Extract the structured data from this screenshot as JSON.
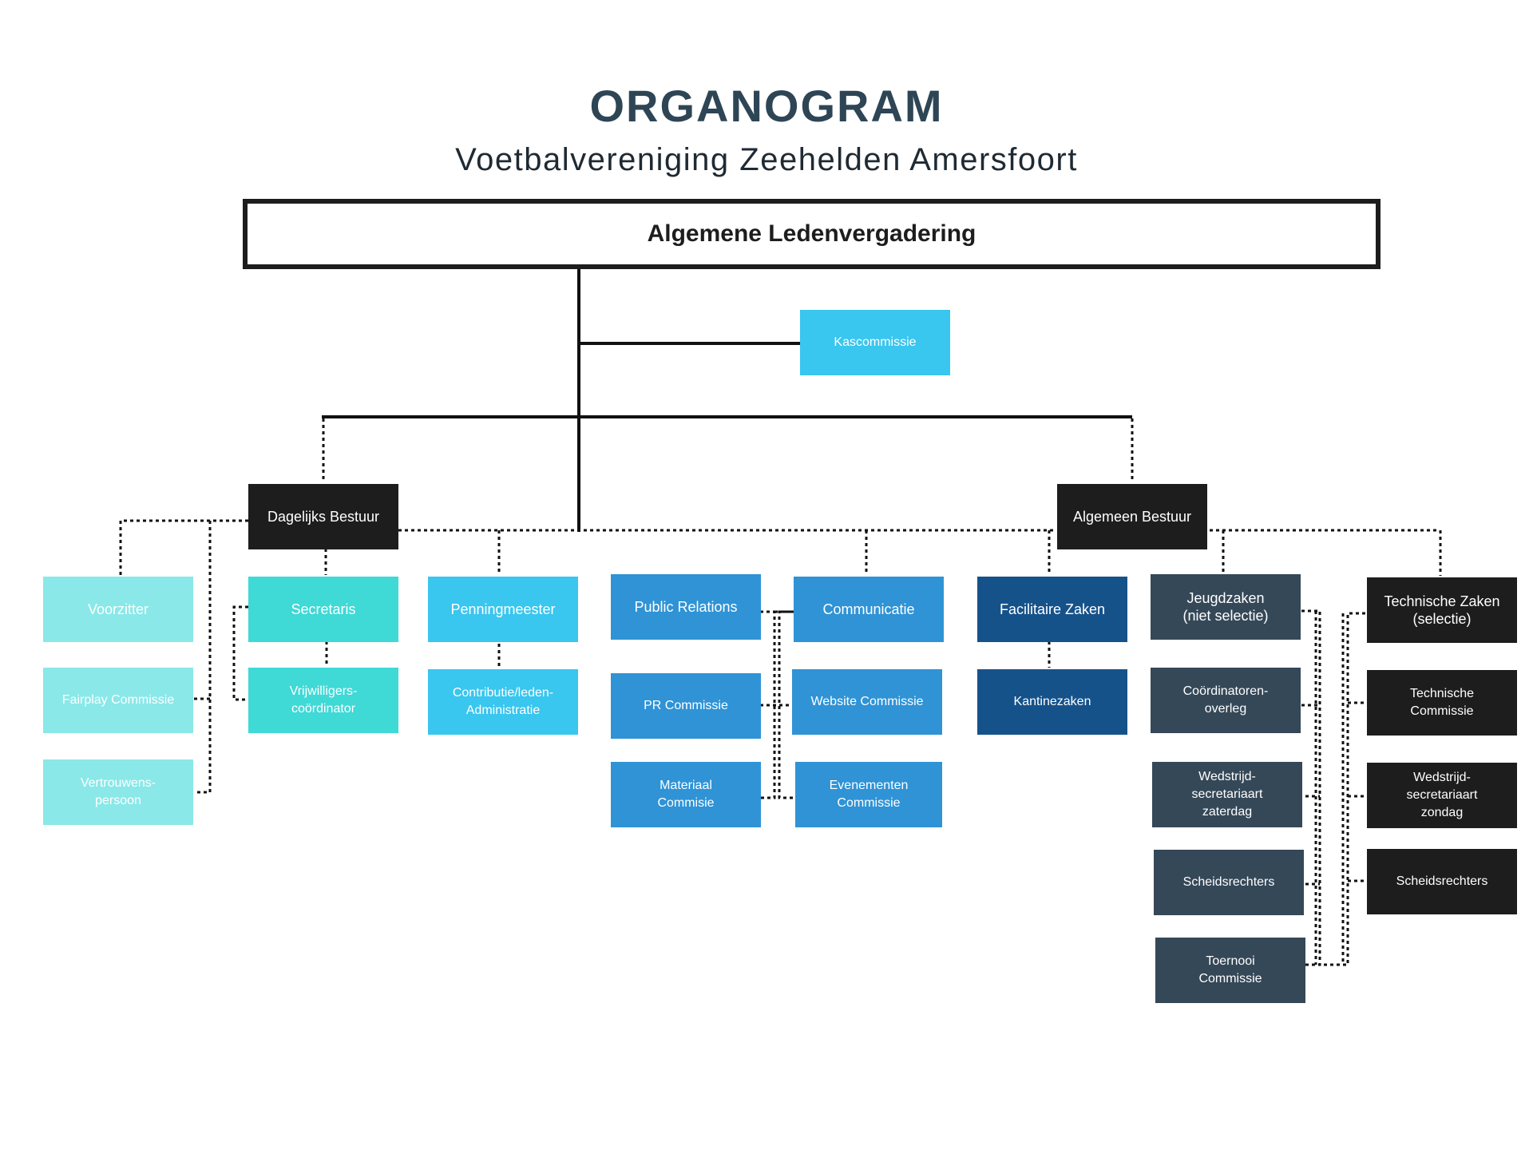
{
  "header": {
    "title": "ORGANOGRAM",
    "subtitle": "Voetbalvereniging Zeehelden Amersfoort"
  },
  "colors": {
    "light_teal": "#8ae8e8",
    "teal": "#3fd9d6",
    "sky": "#39c6ef",
    "blue": "#2f93d6",
    "navy": "#16528a",
    "slate": "#354858",
    "black": "#1d1d1d",
    "line": "#111111"
  },
  "root": {
    "label": "Algemene Ledenvergadering"
  },
  "nodes": {
    "kascommissie": "Kascommissie",
    "dagelijks_bestuur": "Dagelijks Bestuur",
    "algemeen_bestuur": "Algemeen Bestuur",
    "voorzitter": "Voorzitter",
    "fairplay_commissie": "Fairplay  Commissie",
    "vertrouwenspersoon": "Vertrouwens-\npersoon",
    "secretaris": "Secretaris",
    "vrijwilligerscoordinator": "Vrijwilligers-\ncoördinator",
    "penningmeester": "Penningmeester",
    "contributie_administratie": "Contributie/leden-\nAdministratie",
    "public_relations": "Public Relations",
    "pr_commissie": "PR Commissie",
    "materiaal_commissie": "Materiaal\nCommisie",
    "communicatie": "Communicatie",
    "website_commissie": "Website Commissie",
    "evenementen_commissie": "Evenementen\nCommissie",
    "facilitaire_zaken": "Facilitaire Zaken",
    "kantinezaken": "Kantinezaken",
    "jeugdzaken": "Jeugdzaken\n(niet selectie)",
    "coordinatorenoverleg": "Coördinatoren-\noverleg",
    "wedstrijdsecretariaat_zaterdag": "Wedstrijd-\nsecretariaart\nzaterdag",
    "scheidsrechters_jeugd": "Scheidsrechters",
    "toernooi_commissie": "Toernooi\nCommissie",
    "technische_zaken": "Technische Zaken\n(selectie)",
    "technische_commissie": "Technische\nCommissie",
    "wedstrijdsecretariaat_zondag": "Wedstrijd-\nsecretariaart\nzondag",
    "scheidsrechters_selectie": "Scheidsrechters"
  }
}
